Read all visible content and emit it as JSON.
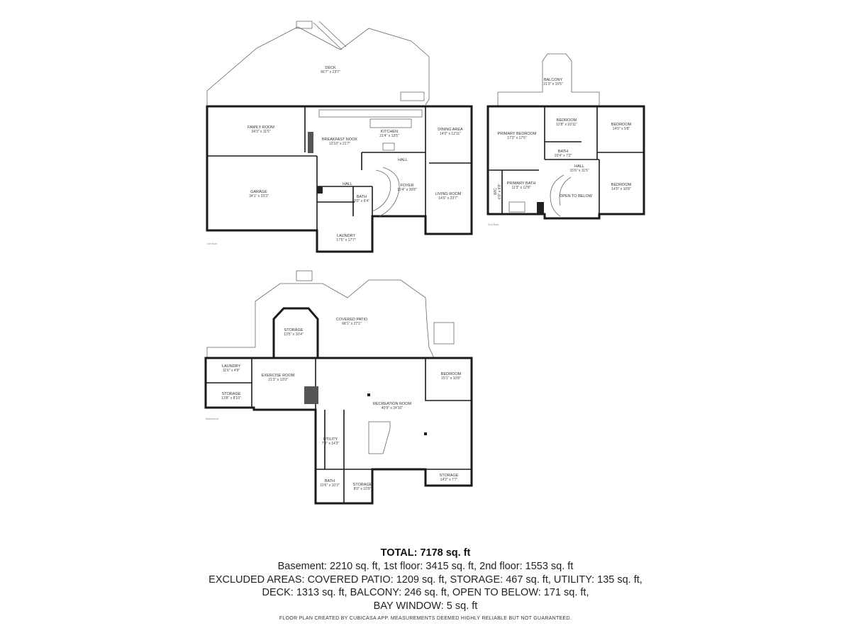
{
  "floors": {
    "first": {
      "label": "1st floor",
      "rooms": [
        {
          "id": "deck",
          "name": "DECK",
          "dims": "66'7\" x 23'7\""
        },
        {
          "id": "family",
          "name": "FAMILY ROOM",
          "dims": "34'3\" x 11'5\""
        },
        {
          "id": "breakfast",
          "name": "BREAKFAST NOOK",
          "dims": "13'10\" x 21'7\""
        },
        {
          "id": "kitchen",
          "name": "KITCHEN",
          "dims": "21'4\" x 13'5\""
        },
        {
          "id": "dining",
          "name": "DINING AREA",
          "dims": "14'0\" x 12'11\""
        },
        {
          "id": "hall1",
          "name": "HALL",
          "dims": ""
        },
        {
          "id": "garage",
          "name": "GARAGE",
          "dims": "34'1\" x 23'3\""
        },
        {
          "id": "hall2",
          "name": "HALL",
          "dims": ""
        },
        {
          "id": "bath1",
          "name": "BATH",
          "dims": "8'0\" x 6'4\""
        },
        {
          "id": "foyer",
          "name": "FOYER",
          "dims": "15'4\" x 39'8\""
        },
        {
          "id": "living",
          "name": "LIVING ROOM",
          "dims": "14'0\" x 23'7\""
        },
        {
          "id": "laundry1",
          "name": "LAUNDRY",
          "dims": "17'6\" x 17'7\""
        }
      ]
    },
    "second": {
      "label": "2nd floor",
      "rooms": [
        {
          "id": "balcony",
          "name": "BALCONY",
          "dims": "21'3\" x 15'5\""
        },
        {
          "id": "primary",
          "name": "PRIMARY BEDROOM",
          "dims": "17'3\" x 17'6\""
        },
        {
          "id": "bed2",
          "name": "BEDROOM",
          "dims": "12'8\" x 10'11\""
        },
        {
          "id": "bed3",
          "name": "BEDROOM",
          "dims": "14'0\" x 9'8\""
        },
        {
          "id": "bath2",
          "name": "BATH",
          "dims": "10'4\" x 7'2\""
        },
        {
          "id": "hall3",
          "name": "HALL",
          "dims": "15'6\" x 11'5\""
        },
        {
          "id": "pbath",
          "name": "PRIMARY BATH",
          "dims": "11'3\" x 12'8\""
        },
        {
          "id": "otb",
          "name": "OPEN TO BELOW",
          "dims": ""
        },
        {
          "id": "bed4",
          "name": "BEDROOM",
          "dims": "14'0\" x 10'8\""
        },
        {
          "id": "wic",
          "name": "WIC",
          "dims": "6'0\" x 9'8\""
        }
      ]
    },
    "basement": {
      "label": "Basement",
      "rooms": [
        {
          "id": "storage1",
          "name": "STORAGE",
          "dims": "13'5\" x 10'4\""
        },
        {
          "id": "patio",
          "name": "COVERED PATIO",
          "dims": "68'1\" x 27'1\""
        },
        {
          "id": "laundry2",
          "name": "LAUNDRY",
          "dims": "11'6\" x 4'9\""
        },
        {
          "id": "exercise",
          "name": "EXERCISE ROOM",
          "dims": "21'3\" x 13'0\""
        },
        {
          "id": "storage2",
          "name": "STORAGE",
          "dims": "13'8\" x 8'10\""
        },
        {
          "id": "bedroomb",
          "name": "BEDROOM",
          "dims": "15'1\" x 10'8\""
        },
        {
          "id": "rec",
          "name": "RECREATION ROOM",
          "dims": "40'9\" x 24'10\""
        },
        {
          "id": "utility",
          "name": "UTILITY",
          "dims": "7'3\" x 14'3\""
        },
        {
          "id": "storage3",
          "name": "STORAGE",
          "dims": "14'2\" x 7'7\""
        },
        {
          "id": "bathb",
          "name": "BATH",
          "dims": "10'6\" x 10'3\""
        },
        {
          "id": "storage4",
          "name": "STORAGE",
          "dims": "8'0\" x 10'9\""
        }
      ]
    }
  },
  "summary": {
    "total": "TOTAL: 7178 sq. ft",
    "line1": "Basement: 2210 sq. ft, 1st floor: 3415 sq. ft, 2nd floor: 1553 sq. ft",
    "line2": "EXCLUDED AREAS: COVERED PATIO: 1209 sq. ft, STORAGE: 467 sq. ft, UTILITY: 135 sq. ft,",
    "line3": "DECK: 1313 sq. ft, BALCONY: 246 sq. ft, OPEN TO BELOW: 171 sq. ft,",
    "line4": "BAY WINDOW: 5 sq. ft"
  },
  "footer": "FLOOR PLAN CREATED BY CUBICASA APP. MEASUREMENTS DEEMED HIGHLY RELIABLE BUT NOT GUARANTEED."
}
